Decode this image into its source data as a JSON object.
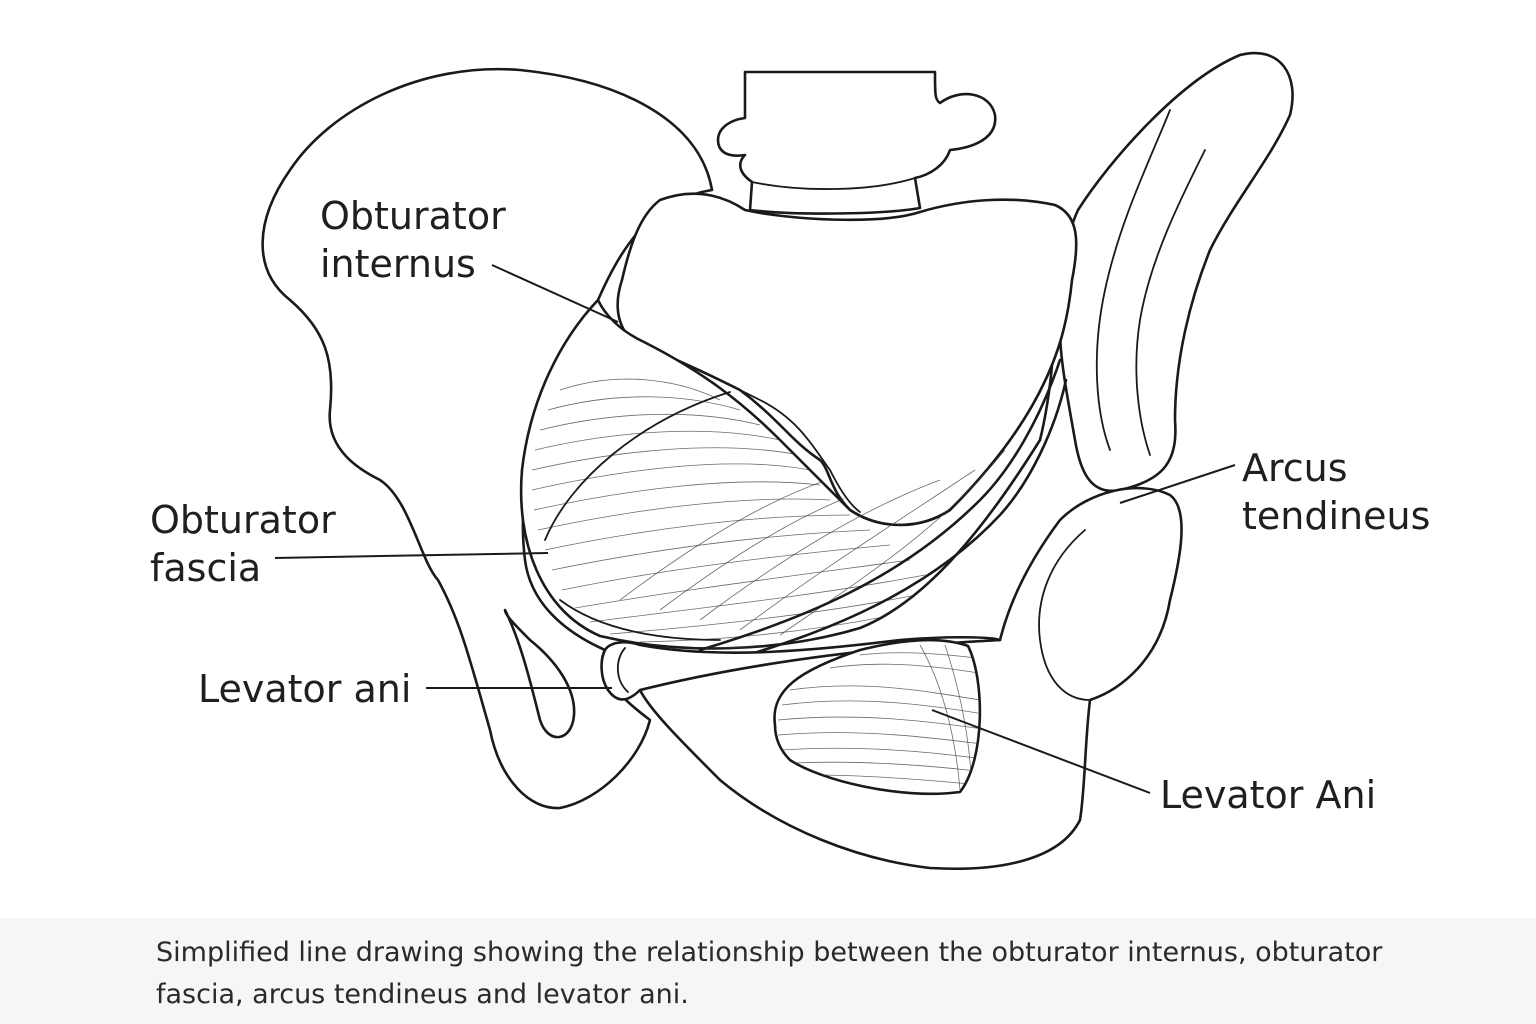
{
  "labels": {
    "obturator_internus": [
      "Obturator",
      "internus"
    ],
    "obturator_fascia": [
      "Obturator",
      "fascia"
    ],
    "levator_ani_left": "Levator ani",
    "arcus_tendineus": [
      "Arcus",
      "tendineus"
    ],
    "levator_ani_right": "Levator Ani"
  },
  "caption": "Simplified line drawing showing the relationship between the obturator internus, obturator fascia, arcus tendineus and levator ani."
}
